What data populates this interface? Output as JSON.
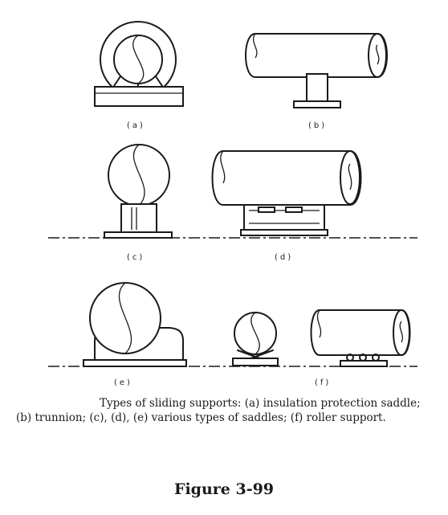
{
  "labels": {
    "a": "(a)",
    "b": "(b)",
    "c": "(c)",
    "d": "(d)",
    "e": "(e)",
    "f": "(f)"
  },
  "caption": "Types of sliding supports: (a) insulation protection saddle; (b) trunnion; (c), (d), (e) various types of saddles; (f) roller support.",
  "figure_title": "Figure 3-99"
}
